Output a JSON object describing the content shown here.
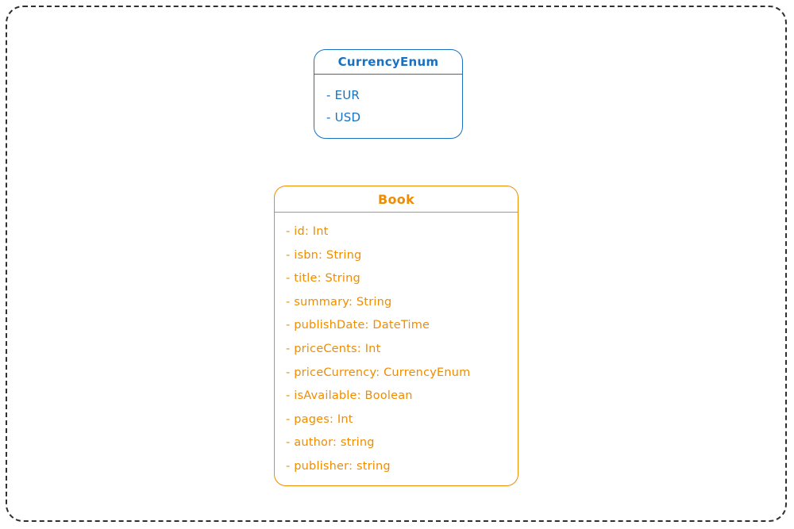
{
  "colors": {
    "frame_dash": "#2f2f2f",
    "enum_stroke": "#1971c2",
    "class_stroke": "#f08c00",
    "background": "#ffffff"
  },
  "enum_box": {
    "title": "CurrencyEnum",
    "values": [
      "- EUR",
      "- USD"
    ]
  },
  "class_box": {
    "title": "Book",
    "fields": [
      "- id: Int",
      "- isbn: String",
      "- title: String",
      "- summary: String",
      "- publishDate: DateTime",
      "- priceCents: Int",
      "- priceCurrency: CurrencyEnum",
      "- isAvailable: Boolean",
      "- pages: Int",
      "- author: string",
      "- publisher: string"
    ]
  }
}
